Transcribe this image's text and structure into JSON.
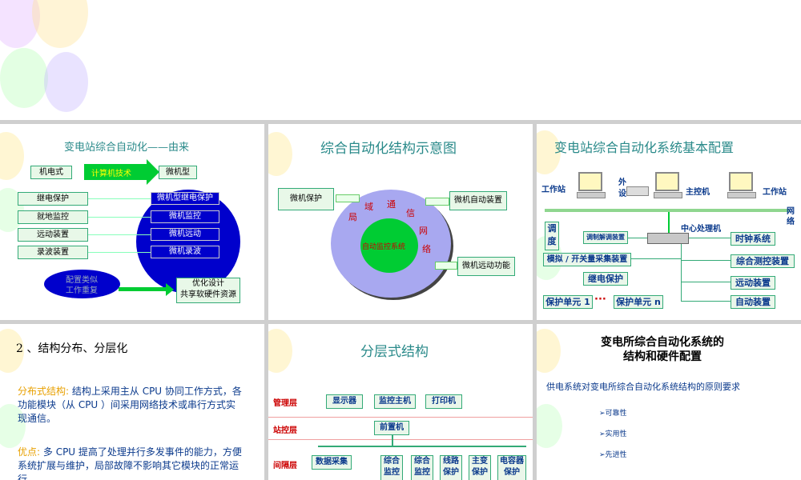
{
  "colors": {
    "accent_green": "#00cc33",
    "accent_blue": "#0000cc",
    "title_teal": "#2a8a8a",
    "label_navy": "#0b3a8c",
    "layer_red": "#cc0000"
  },
  "slide1": {
    "title": "变电站综合自动化——由来",
    "left_top": "机电式",
    "arrow_label": "计算机技术",
    "right_top": "微机型",
    "left_items": [
      "继电保护",
      "就地监控",
      "远动装置",
      "录波装置"
    ],
    "right_items": [
      "微机型继电保护",
      "微机监控",
      "微机远动",
      "微机录波"
    ],
    "ellipse_text_1": "配置类似",
    "ellipse_text_2": "工作重复",
    "result_1": "优化设计",
    "result_2": "共享软硬件资源"
  },
  "slide2": {
    "title": "综合自动化结构示意图",
    "left_box": "微机保护",
    "right_box_1": "微机自动装置",
    "right_box_2": "微机远动功能",
    "ring_chars": [
      "局",
      "域",
      "通",
      "信",
      "网",
      "络"
    ],
    "center": "自动监控系统"
  },
  "slide3": {
    "title": "变电站综合自动化系统基本配置",
    "workstation_left": "工作站",
    "peripheral_1": "外",
    "peripheral_2": "设",
    "host": "主控机",
    "workstation_right": "工作站",
    "network_1": "网",
    "network_2": "络",
    "center_cpu": "中心处理机",
    "dispatch_1": "调",
    "dispatch_2": "度",
    "modem": "调制解调装置",
    "clock": "时钟系统",
    "io": "模拟 / 开关量采集装置",
    "measure": "综合测控装置",
    "relay": "继电保护",
    "remote": "远动装置",
    "unit_1": "保护单元 1",
    "dots": "···",
    "unit_n": "保护单元 n",
    "auto": "自动装置"
  },
  "slide4": {
    "title": "2 、结构分布、分层化",
    "p1_label": "分布式结构:",
    "p1_text": "结构上采用主从 CPU 协同工作方式，各功能模块（从 CPU ）间采用网络技术或串行方式实现通信。",
    "p2_label": "优点:",
    "p2_text": "多 CPU 提高了处理并行多发事件的能力，方便系统扩展与维护，局部故障不影响其它模块的正常运行。"
  },
  "slide5": {
    "title": "分层式结构",
    "layers": [
      "管理层",
      "站控层",
      "间隔层"
    ],
    "mgmt_boxes": [
      "显示器",
      "监控主机",
      "打印机"
    ],
    "station_box": "前置机",
    "bay_boxes": [
      "数据采集",
      "综合监控",
      "综合监控",
      "线路保护",
      "主变保护",
      "电容器保护"
    ]
  },
  "slide6": {
    "title_1": "变电所综合自动化系统的",
    "title_2": "结构和硬件配置",
    "subtitle": "供电系统对变电所综合自动化系统结构的原则要求",
    "bullets": [
      "可靠性",
      "实用性",
      "先进性"
    ]
  }
}
